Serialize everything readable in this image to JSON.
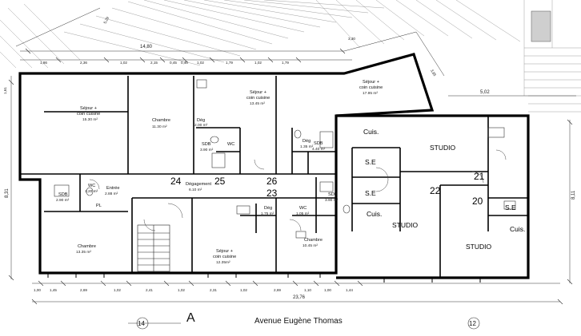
{
  "street": {
    "name": "Avenue Eugène Thomas",
    "left_number": "14",
    "right_number": "12",
    "section_letter": "A"
  },
  "dims": {
    "top_total": "14,80",
    "bottom_total": "23,76",
    "left_height": "8,31",
    "right_height": "8,11",
    "diag_330": "3,30",
    "diag_385": "3,85",
    "diag_529": "5,29",
    "right_502": "5,02",
    "left_161": "1,61",
    "top_row": [
      "1,86",
      "2,36",
      "1,02",
      "2,15",
      "0,45",
      "0,40",
      "1,02",
      "1,79",
      "1,02",
      "1,79"
    ],
    "bottom_row": [
      "1,00",
      "1,45",
      "2,69",
      "1,02",
      "2,41",
      "1,02",
      "2,31",
      "1,02",
      "2,69",
      "1,10",
      "1,00",
      "1,44"
    ]
  },
  "rooms": [
    {
      "id": "sejour-nw",
      "name1": "Séjour +",
      "name2": "coin cuisine",
      "area": "15.30 m²"
    },
    {
      "id": "chambre-n",
      "name1": "Chambre",
      "name2": "",
      "area": "11.30 m²"
    },
    {
      "id": "sejour-nc",
      "name1": "Séjour +",
      "name2": "coin cuisine",
      "area": "13.45 m²"
    },
    {
      "id": "sejour-ne",
      "name1": "Séjour +",
      "name2": "coin cuisine",
      "area": "17.95 m²"
    },
    {
      "id": "deg-1",
      "name1": "Dég",
      "name2": "",
      "area": "2.00 m²"
    },
    {
      "id": "sdb-1",
      "name1": "SDB",
      "name2": "",
      "area": "3.90 m²"
    },
    {
      "id": "wc-1",
      "name1": "WC",
      "name2": "",
      "area": ""
    },
    {
      "id": "deg-2",
      "name1": "Dég",
      "name2": "",
      "area": "1.35 m²"
    },
    {
      "id": "sdb-2",
      "name1": "SDB",
      "name2": "",
      "area": "4.40 m²"
    },
    {
      "id": "entree",
      "name1": "Entrée",
      "name2": "",
      "area": "2.88 m²"
    },
    {
      "id": "degagement",
      "name1": "Dégagement",
      "name2": "",
      "area": "6.10 m²"
    },
    {
      "id": "sdb-3",
      "name1": "SDB",
      "name2": "",
      "area": "2.90 m²"
    },
    {
      "id": "wc-2",
      "name1": "WC",
      "name2": "",
      "area": "1.20 m²"
    },
    {
      "id": "pl",
      "name1": "PL",
      "name2": "",
      "area": ""
    },
    {
      "id": "sdb-4",
      "name1": "SDB",
      "name2": "",
      "area": "3.90 m²"
    },
    {
      "id": "deg-3",
      "name1": "Dég",
      "name2": "",
      "area": "1.75 m²"
    },
    {
      "id": "wc-3",
      "name1": "WC",
      "name2": "",
      "area": "1.05 m²"
    },
    {
      "id": "chambre-sw",
      "name1": "Chambre",
      "name2": "",
      "area": "13.35 m²"
    },
    {
      "id": "sejour-s",
      "name1": "Séjour +",
      "name2": "coin cuisine",
      "area": "12.35m²"
    },
    {
      "id": "chambre-se",
      "name1": "Chambre",
      "name2": "",
      "area": "10.45 m²"
    }
  ],
  "labels": {
    "studio": "STUDIO",
    "se": "S.E",
    "cuis": "Cuis.",
    "n20": "20",
    "n21": "21",
    "n22": "22",
    "n23": "23",
    "n24": "24",
    "n25": "25",
    "n26": "26"
  }
}
